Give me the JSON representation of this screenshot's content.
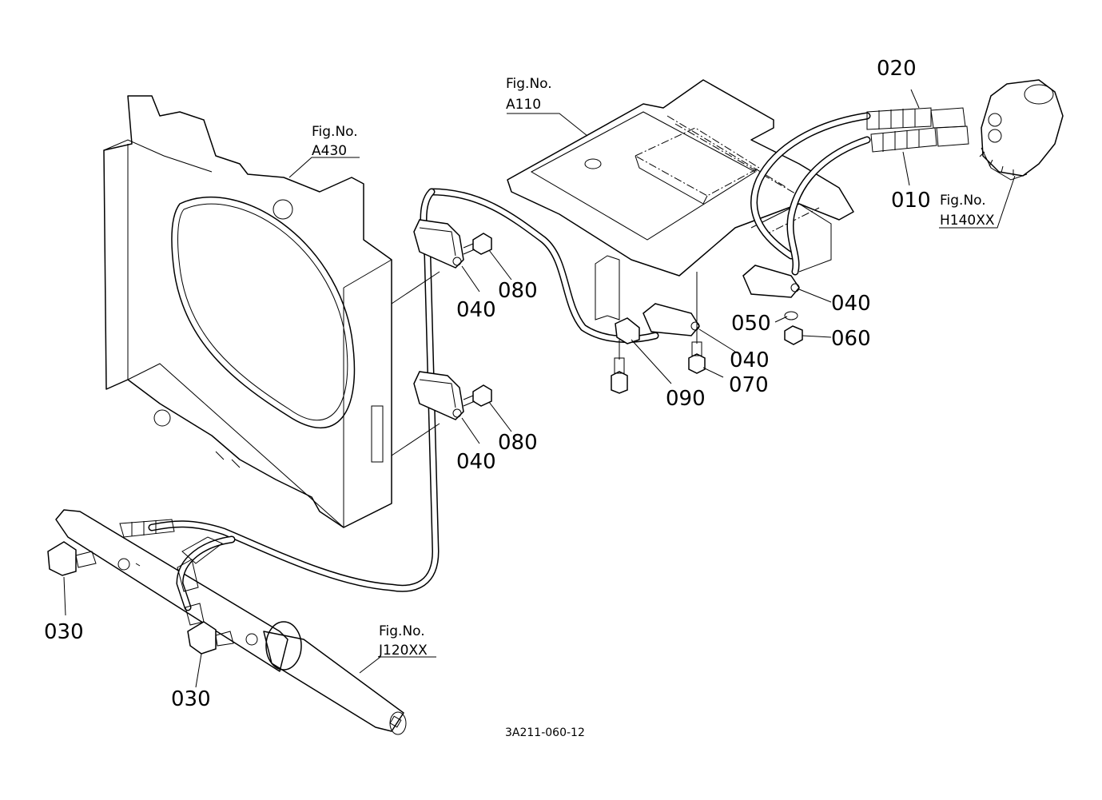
{
  "figure_refs": {
    "a110": {
      "prefix": "Fig.No.",
      "number": "A110"
    },
    "a430": {
      "prefix": "Fig.No.",
      "number": "A430"
    },
    "h140": {
      "prefix": "Fig.No.",
      "number": "H140XX"
    },
    "j120": {
      "prefix": "Fig.No.",
      "number": "J120XX"
    }
  },
  "callouts": {
    "p010": "010",
    "p020": "020",
    "p030_upper": "030",
    "p030_lower": "030",
    "p040_top": "040",
    "p040_mid": "040",
    "p040_right": "040",
    "p040_center": "040",
    "p050": "050",
    "p060": "060",
    "p070": "070",
    "p080_top": "080",
    "p080_bottom": "080",
    "p090": "090"
  },
  "drawing_code": "3A211-060-12"
}
